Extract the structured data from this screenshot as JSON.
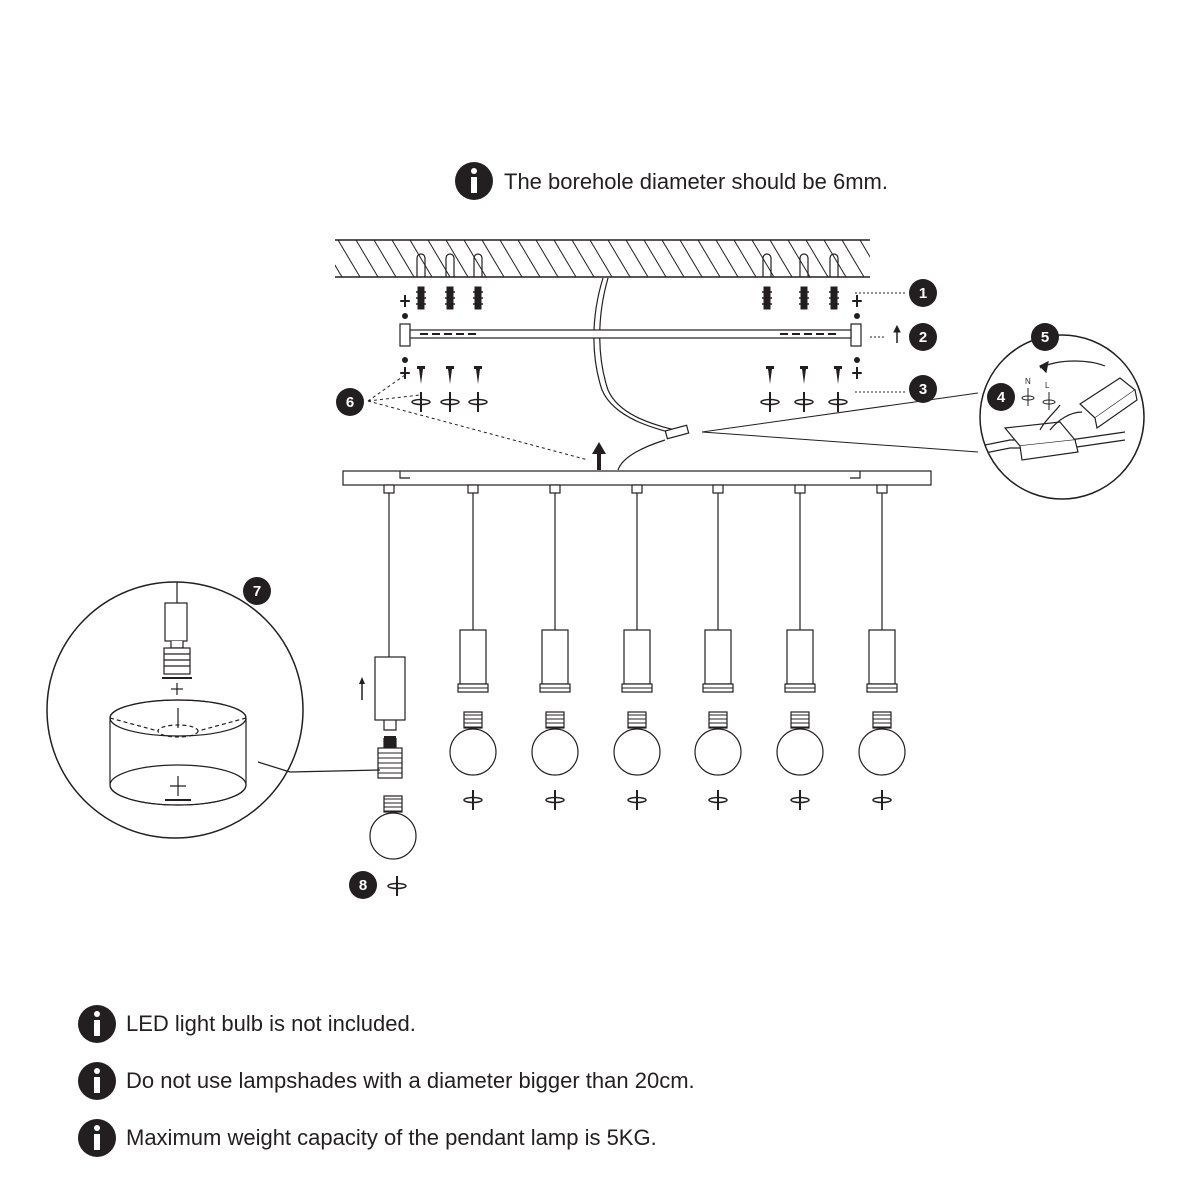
{
  "notes": {
    "top": "The borehole diameter should be 6mm.",
    "bottom": [
      "LED light bulb is not included.",
      "Do not use lampshades with a diameter bigger than 20cm.",
      "Maximum weight capacity of the pendant lamp is 5KG."
    ]
  },
  "steps": [
    "1",
    "2",
    "3",
    "4",
    "5",
    "6",
    "7",
    "8"
  ],
  "wire_labels": {
    "neutral": "N",
    "live": "L"
  },
  "icons": {
    "info": "info-icon",
    "arrow": "arrow-up-icon",
    "screwdriver": "screwdriver-icon"
  },
  "colors": {
    "ink": "#231f20",
    "background": "#ffffff"
  }
}
